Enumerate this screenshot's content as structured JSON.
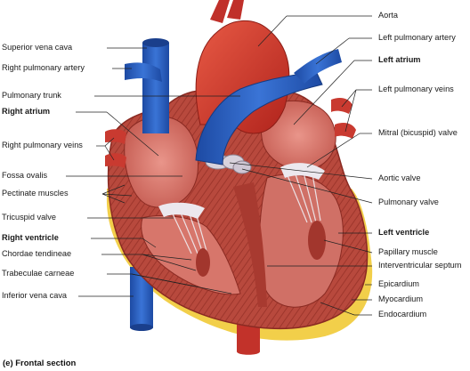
{
  "diagram": {
    "caption": "(e) Frontal section",
    "labels_left": [
      {
        "text": "Superior vena cava",
        "bold": false
      },
      {
        "text": "Right pulmonary artery",
        "bold": false
      },
      {
        "text": "Pulmonary trunk",
        "bold": false
      },
      {
        "text": "Right atrium",
        "bold": true
      },
      {
        "text": "Right pulmonary veins",
        "bold": false
      },
      {
        "text": "Fossa ovalis",
        "bold": false
      },
      {
        "text": "Pectinate muscles",
        "bold": false
      },
      {
        "text": "Tricuspid valve",
        "bold": false
      },
      {
        "text": "Right ventricle",
        "bold": true
      },
      {
        "text": "Chordae tendineae",
        "bold": false
      },
      {
        "text": "Trabeculae carneae",
        "bold": false
      },
      {
        "text": "Inferior vena cava",
        "bold": false
      }
    ],
    "labels_right": [
      {
        "text": "Aorta",
        "bold": false
      },
      {
        "text": "Left pulmonary artery",
        "bold": false
      },
      {
        "text": "Left atrium",
        "bold": true
      },
      {
        "text": "Left pulmonary veins",
        "bold": false
      },
      {
        "text": "Mitral (bicuspid) valve",
        "bold": false
      },
      {
        "text": "Aortic valve",
        "bold": false
      },
      {
        "text": "Pulmonary valve",
        "bold": false
      },
      {
        "text": "Left ventricle",
        "bold": true
      },
      {
        "text": "Papillary muscle",
        "bold": false
      },
      {
        "text": "Interventricular septum",
        "bold": false
      },
      {
        "text": "Epicardium",
        "bold": false
      },
      {
        "text": "Myocardium",
        "bold": false
      },
      {
        "text": "Endocardium",
        "bold": false
      }
    ],
    "colors": {
      "vein_blue": "#2f62c4",
      "artery_red": "#d23a2e",
      "muscle": "#b34a3e",
      "chamber": "#d97b72",
      "fat_yellow": "#f2cf4a",
      "valve_white": "#e8e4ea"
    }
  }
}
